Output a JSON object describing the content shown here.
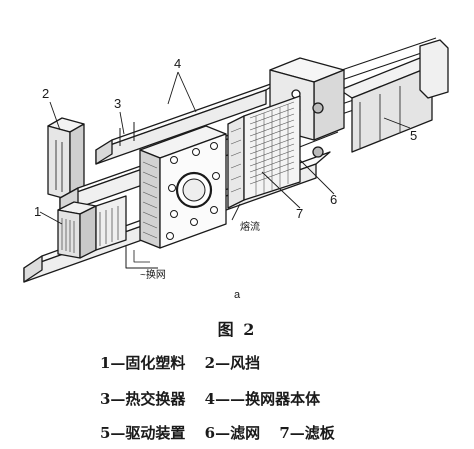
{
  "callouts": {
    "n1": "1",
    "n2": "2",
    "n3": "3",
    "n4": "4",
    "n5": "5",
    "n6": "6",
    "n7": "7",
    "flow_in": "熔流",
    "flow_out": "~换网"
  },
  "sub_label": "a",
  "caption": "图 2",
  "legend": [
    [
      "1—固化塑料",
      "2—风挡"
    ],
    [
      "3—热交换器",
      "4——换网器本体"
    ],
    [
      "5—驱动装置",
      "6—滤网",
      "7—滤板"
    ]
  ]
}
